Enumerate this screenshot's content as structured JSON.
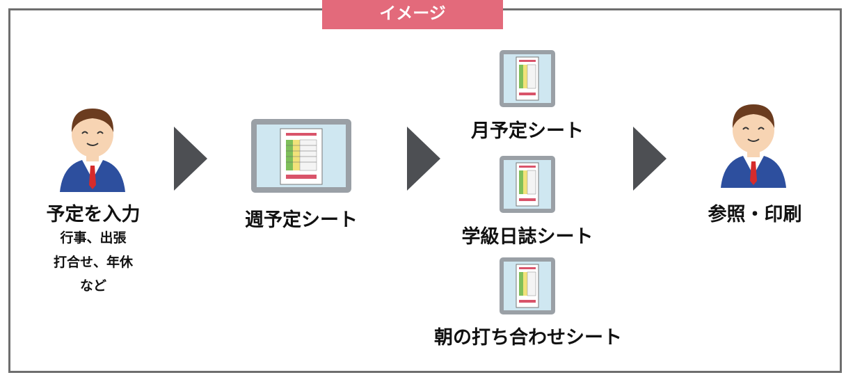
{
  "banner": {
    "title": "イメージ"
  },
  "steps": {
    "input": {
      "title": "予定を入力",
      "detail_line1": "行事、出張",
      "detail_line2": "打合せ、年休",
      "detail_line3": "など"
    },
    "weekly": {
      "label": "週予定シート"
    },
    "monthly": {
      "label": "月予定シート"
    },
    "class_diary": {
      "label": "学級日誌シート"
    },
    "morning_meeting": {
      "label": "朝の打ち合わせシート"
    },
    "output": {
      "label": "参照・印刷"
    }
  },
  "colors": {
    "frame": "#6e6e6e",
    "tape": "#e36a7b",
    "arrow": "#4d4f53",
    "monitor_bezel": "#9aa0a6",
    "monitor_screen": "#cfe7f1",
    "suit": "#2d4f9e",
    "tie": "#d62b2b"
  }
}
